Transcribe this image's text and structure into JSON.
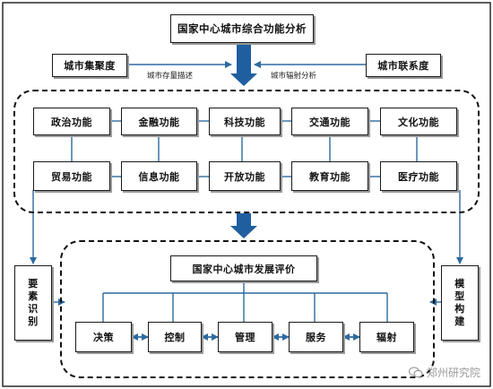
{
  "top_title": "国家中心城市综合功能分析",
  "left_input": "城市集聚度",
  "right_input": "城市联系度",
  "left_arrow_label": "城市存量描述",
  "right_arrow_label": "城市辐射分析",
  "functions_row1": [
    "政治功能",
    "金融功能",
    "科技功能",
    "交通功能",
    "文化功能"
  ],
  "functions_row2": [
    "贸易功能",
    "信息功能",
    "开放功能",
    "教育功能",
    "医疗功能"
  ],
  "evaluation_title": "国家中心城市发展评价",
  "side_left": [
    "要",
    "素",
    "识",
    "别"
  ],
  "side_right": [
    "模",
    "型",
    "构",
    "建"
  ],
  "bottom_items": [
    "决策",
    "控制",
    "管理",
    "服务",
    "辐射"
  ],
  "watermark": "郑州研究院",
  "colors": {
    "line": "#2d6a9f",
    "block_arrow": "#1f5fa0",
    "border": "#1a1a1a"
  }
}
